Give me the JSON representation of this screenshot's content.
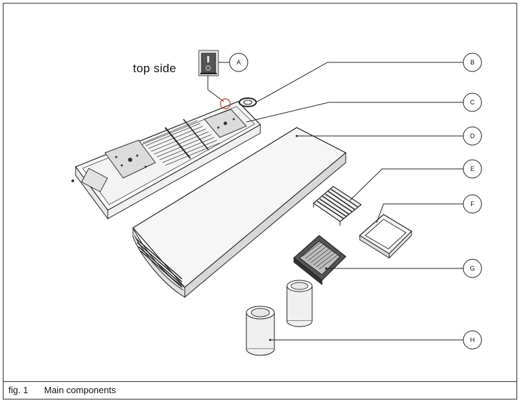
{
  "top_side_label": "top side",
  "caption": {
    "number": "fig. 1",
    "title": "Main components"
  },
  "callouts": [
    "A",
    "B",
    "C",
    "D",
    "E",
    "F",
    "G",
    "H"
  ]
}
